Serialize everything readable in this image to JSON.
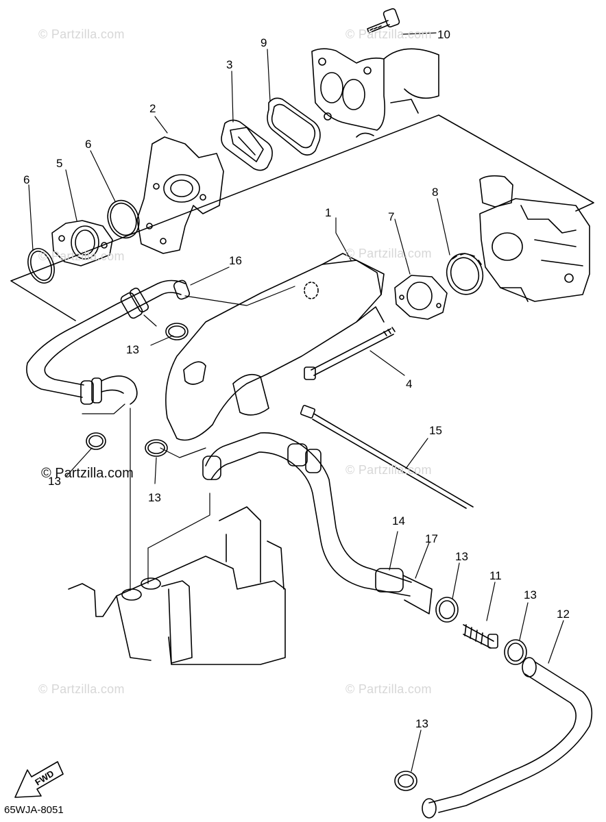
{
  "diagram": {
    "diagram_code": "65WJA-8051",
    "fwd_label": "FWD",
    "watermark_light": "© Partzilla.com",
    "watermark_dark": "© Partzilla.com",
    "callouts": [
      "1",
      "2",
      "3",
      "4",
      "5",
      "6",
      "6",
      "7",
      "8",
      "9",
      "10",
      "11",
      "12",
      "13",
      "13",
      "13",
      "13",
      "13",
      "13",
      "14",
      "15",
      "16",
      "17"
    ]
  }
}
